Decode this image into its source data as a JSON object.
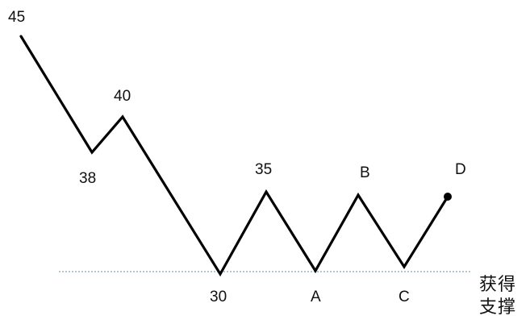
{
  "labels": {
    "p45": "45",
    "p38": "38",
    "p40": "40",
    "p30": "30",
    "p35": "35",
    "pA": "A",
    "pB": "B",
    "pC": "C",
    "pD": "D"
  },
  "support_text": {
    "line1": "获得",
    "line2": "支撑"
  },
  "colors": {
    "price_line": "#000000",
    "support_line": "#6f8fa6",
    "text": "#111111"
  }
}
